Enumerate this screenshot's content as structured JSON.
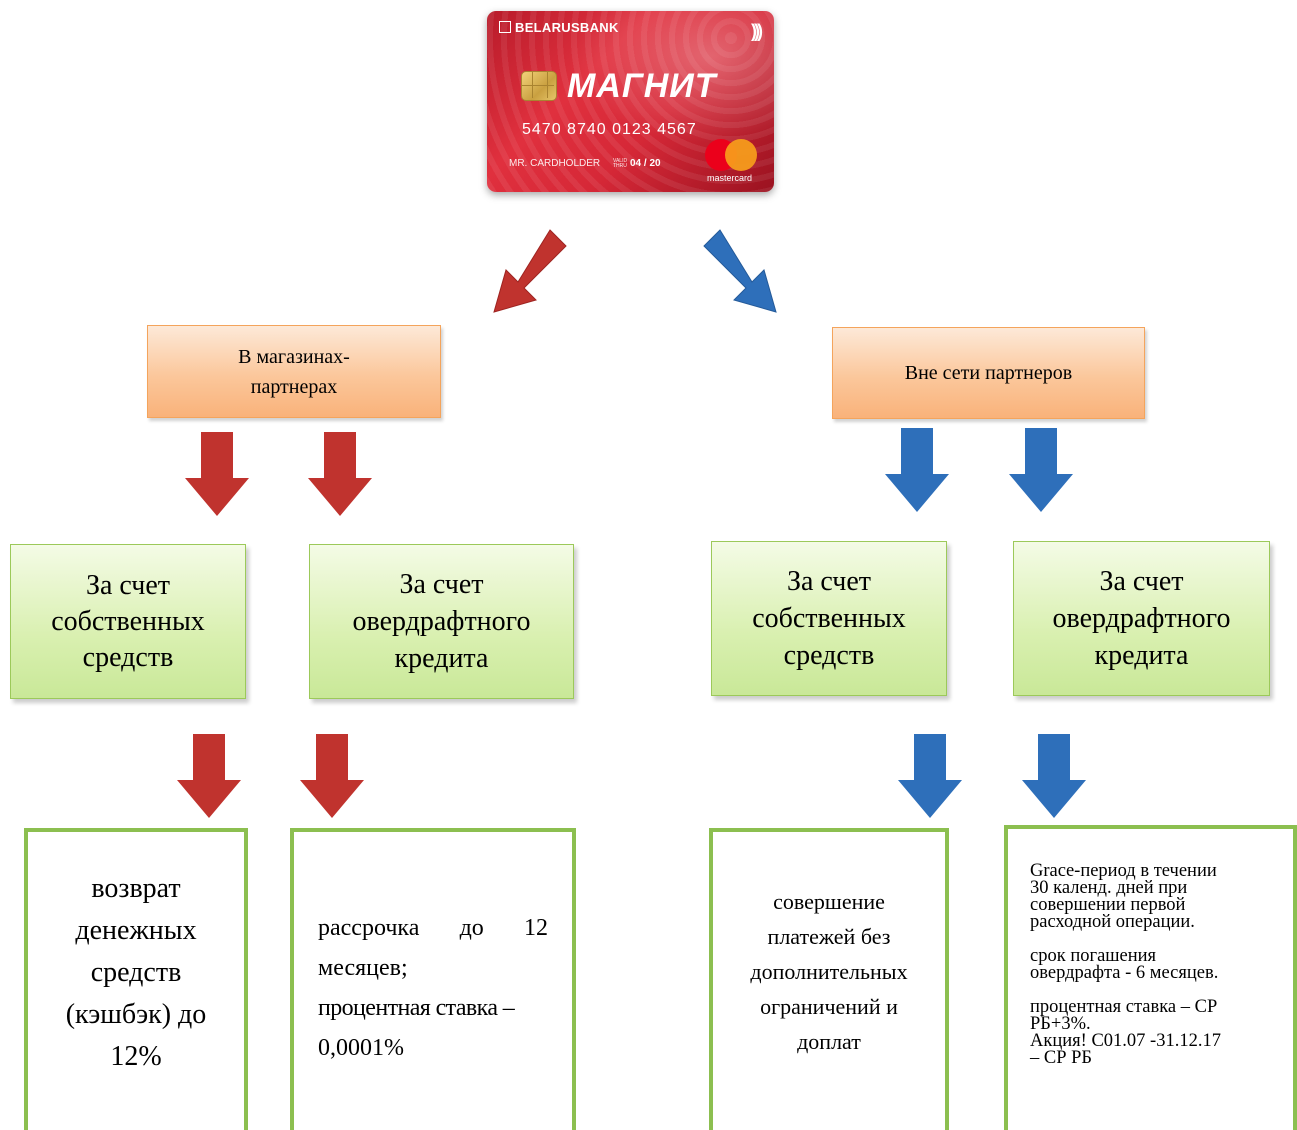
{
  "card": {
    "bank": "BELARUSBANK",
    "brand": "МАГНИТ",
    "number": "5470 8740 0123 4567",
    "holder": "MR. CARDHOLDER",
    "valid_label": "VALID\nTHRU",
    "valid": "04 / 20",
    "network": "mastercard"
  },
  "branches": {
    "left": {
      "title": "В магазинах-\nпартнерах",
      "own_funds": "За счет\nсобственных\nсредств",
      "overdraft": "За счет\nовердрафтного\nкредита",
      "own_detail": "возврат\nденежных\nсредств\n(кэшбэк) до\n12%",
      "overdraft_detail_1": "рассрочка до 12",
      "overdraft_detail_2": "месяцев;",
      "overdraft_detail_3": "процентная ставка –",
      "overdraft_detail_4": "0,0001%"
    },
    "right": {
      "title": "Вне сети партнеров",
      "own_funds": "За счет\nсобственных\nсредств",
      "overdraft": "За счет\nовердрафтного\nкредита",
      "own_detail": "совершение\nплатежей без\nдополнительных\nограничений и\nдоплат",
      "overdraft_detail_1": "Grace-период в течении\n30 календ. дней при\nсовершении первой\nрасходной операции.",
      "overdraft_detail_2": "срок погашения\nовердрафта - 6 месяцев.",
      "overdraft_detail_3": "процентная ставка – СР\nРБ+3%.\nАкция! С01.07 -31.12.17\n– СР РБ"
    }
  },
  "colors": {
    "red_arrow": "#c0332e",
    "blue_arrow": "#2e6fba",
    "orange_box": "#fbc79b",
    "green_box": "#d9f0b0",
    "green_border": "#8cbf50"
  }
}
